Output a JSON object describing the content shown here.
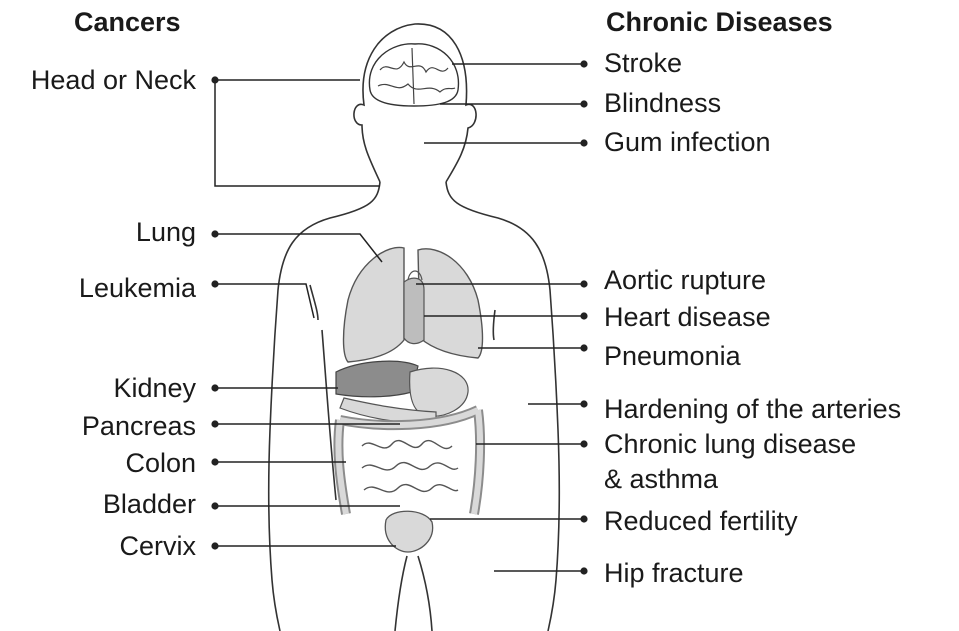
{
  "headers": {
    "cancers": "Cancers",
    "chronic": "Chronic Diseases"
  },
  "cancers": [
    "Head or Neck",
    "Lung",
    "Leukemia",
    "Kidney",
    "Pancreas",
    "Colon",
    "Bladder",
    "Cervix"
  ],
  "chronic": [
    "Stroke",
    "Blindness",
    "Gum infection",
    "Aortic rupture",
    "Heart disease",
    "Pneumonia",
    "Hardening of the arteries",
    "Chronic lung disease",
    "& asthma",
    "Reduced fertility",
    "Hip fracture"
  ],
  "colors": {
    "ink": "#1a1a1a",
    "organ_fill": "#d9d9d9",
    "organ_dark": "#8c8c8c"
  }
}
